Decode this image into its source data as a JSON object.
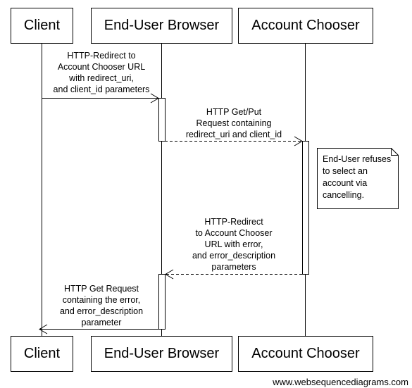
{
  "participants": {
    "client": "Client",
    "browser": "End-User Browser",
    "chooser": "Account Chooser"
  },
  "messages": [
    "HTTP-Redirect to\nAccount Chooser URL\nwith redirect_uri,\nand client_id parameters",
    "HTTP Get/Put\nRequest containing\nredirect_uri and client_id",
    "HTTP-Redirect\nto Account Chooser\nURL with error,\nand error_description\nparameters",
    "HTTP Get Request\ncontaining the error,\nand error_description\nparameter"
  ],
  "note": "End-User refuses\nto select an\naccount via\ncancelling.",
  "watermark": "www.websequencediagrams.com"
}
